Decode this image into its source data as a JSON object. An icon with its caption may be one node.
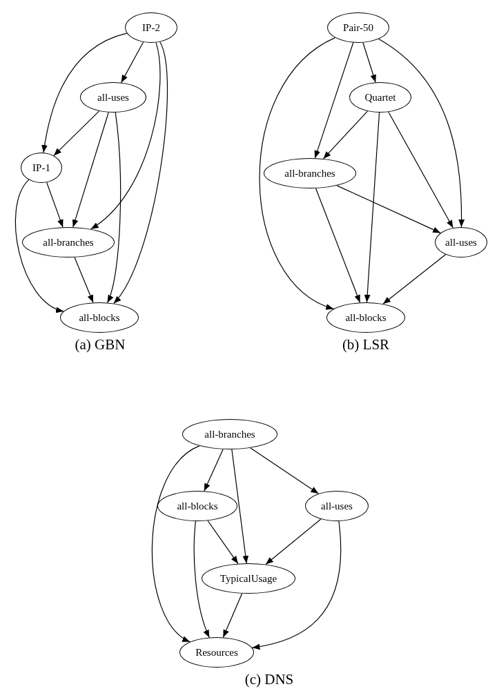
{
  "diagram": {
    "nodes": [
      {
        "text": [
          "IP-2"
        ]
      },
      {
        "text": [
          "all-uses"
        ]
      },
      {
        "text": [
          "IP-1"
        ]
      },
      {
        "text": [
          "all-branches"
        ]
      },
      {
        "text": [
          "all-blocks"
        ]
      },
      {
        "text": [
          "Pair-50"
        ]
      },
      {
        "text": [
          "Quartet"
        ]
      },
      {
        "text": [
          "all-branches"
        ]
      },
      {
        "text": [
          "all-uses"
        ]
      },
      {
        "text": [
          "all-blocks"
        ]
      },
      {
        "text": [
          "all-branches"
        ]
      },
      {
        "text": [
          "all-blocks"
        ]
      },
      {
        "text": [
          "all-uses"
        ]
      },
      {
        "text": [
          "TypicalUsage"
        ]
      },
      {
        "text": [
          "Resources"
        ]
      }
    ],
    "edges": [
      {
        "from": 0,
        "to": 2,
        "arrow": "to"
      },
      {
        "from": 0,
        "to": 1,
        "arrow": "to"
      },
      {
        "from": 0,
        "to": 3,
        "arrow": "to"
      },
      {
        "from": 0,
        "to": 4,
        "arrow": "to"
      },
      {
        "from": 1,
        "to": 2,
        "arrow": "to"
      },
      {
        "from": 1,
        "to": 3,
        "arrow": "to"
      },
      {
        "from": 1,
        "to": 4,
        "arrow": "to"
      },
      {
        "from": 2,
        "to": 3,
        "arrow": "to"
      },
      {
        "from": 2,
        "to": 4,
        "arrow": "to"
      },
      {
        "from": 3,
        "to": 4,
        "arrow": "to"
      },
      {
        "from": 5,
        "to": 6,
        "arrow": "to"
      },
      {
        "from": 5,
        "to": 7,
        "arrow": "to"
      },
      {
        "from": 5,
        "to": 9,
        "arrow": "to"
      },
      {
        "from": 5,
        "to": 8,
        "arrow": "to"
      },
      {
        "from": 6,
        "to": 7,
        "arrow": "to"
      },
      {
        "from": 6,
        "to": 9,
        "arrow": "to"
      },
      {
        "from": 6,
        "to": 8,
        "arrow": "to"
      },
      {
        "from": 7,
        "to": 8,
        "arrow": "to"
      },
      {
        "from": 7,
        "to": 9,
        "arrow": "to"
      },
      {
        "from": 8,
        "to": 9,
        "arrow": "to"
      },
      {
        "from": 10,
        "to": 11,
        "arrow": "to"
      },
      {
        "from": 10,
        "to": 13,
        "arrow": "to"
      },
      {
        "from": 10,
        "to": 12,
        "arrow": "to"
      },
      {
        "from": 10,
        "to": 14,
        "arrow": "to"
      },
      {
        "from": 11,
        "to": 13,
        "arrow": "to"
      },
      {
        "from": 11,
        "to": 14,
        "arrow": "to"
      },
      {
        "from": 12,
        "to": 13,
        "arrow": "to"
      },
      {
        "from": 12,
        "to": 14,
        "arrow": "to"
      },
      {
        "from": 13,
        "to": 14,
        "arrow": "to"
      }
    ],
    "labels": [
      "(a) GBN",
      "(b) LSR",
      "(c) DNS"
    ]
  }
}
